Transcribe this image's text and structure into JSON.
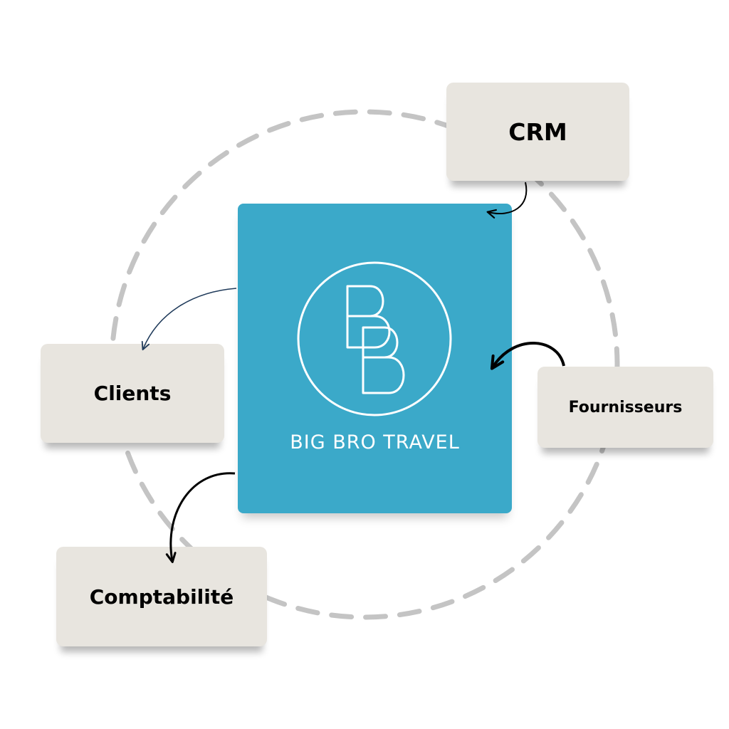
{
  "center": {
    "brand_name": "BIG BRO TRAVEL",
    "logo_letters": "BB",
    "background_color": "#3ba9c9"
  },
  "nodes": {
    "crm": "CRM",
    "clients": "Clients",
    "fournisseurs": "Fournisseurs",
    "comptabilite": "Comptabilité"
  },
  "colors": {
    "node_background": "#e8e5df",
    "dashed_circle": "#c8c8c8",
    "arrow_dark": "#000000",
    "arrow_navy": "#1f3a5a"
  },
  "edges": [
    {
      "from": "CRM",
      "to": "BIG BRO TRAVEL"
    },
    {
      "from": "Fournisseurs",
      "to": "BIG BRO TRAVEL"
    },
    {
      "from": "BIG BRO TRAVEL",
      "to": "Clients"
    },
    {
      "from": "BIG BRO TRAVEL",
      "to": "Comptabilité"
    }
  ]
}
